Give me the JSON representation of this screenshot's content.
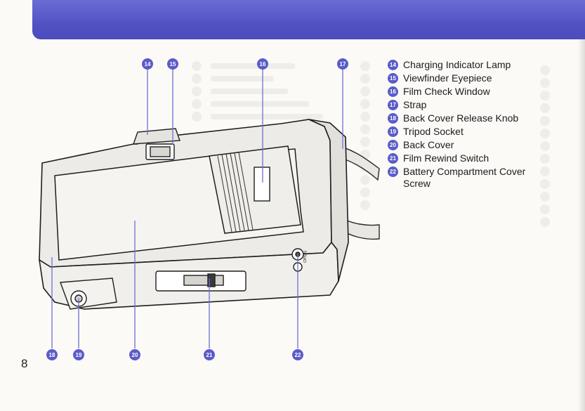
{
  "header": {
    "accent_color": "#5252c4"
  },
  "page_number": "8",
  "parts": [
    {
      "num": "14",
      "name": "Charging Indicator Lamp"
    },
    {
      "num": "15",
      "name": "Viewfinder Eyepiece"
    },
    {
      "num": "16",
      "name": "Film Check Window"
    },
    {
      "num": "17",
      "name": "Strap"
    },
    {
      "num": "18",
      "name": "Back Cover Release Knob"
    },
    {
      "num": "19",
      "name": "Tripod Socket"
    },
    {
      "num": "20",
      "name": "Back Cover"
    },
    {
      "num": "21",
      "name": "Film Rewind Switch"
    },
    {
      "num": "22",
      "name": "Battery Compartment Cover Screw"
    }
  ],
  "callouts": {
    "top": [
      "14",
      "15",
      "16",
      "17"
    ],
    "bottom": [
      "18",
      "19",
      "20",
      "21",
      "22"
    ]
  },
  "camera_markings": {
    "open_label": "OPEN"
  },
  "badge_color": "#5b5bc9"
}
